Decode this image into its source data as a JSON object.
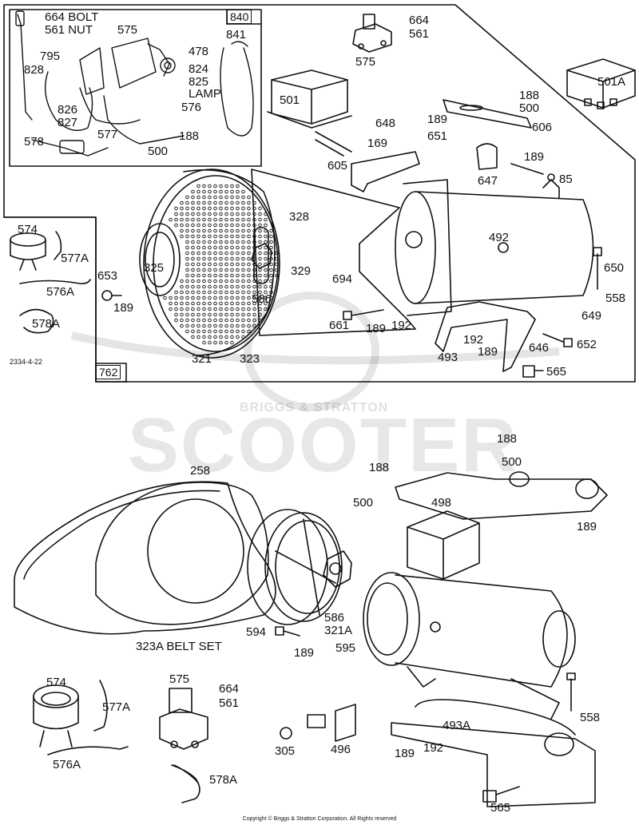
{
  "top_section": {
    "inset_box_label": "840",
    "frame_label": "762",
    "drawing_number": "2334-4-22",
    "callouts": {
      "c664bolt": "664 BOLT",
      "c561nut": "561 NUT",
      "c575a": "575",
      "c841": "841",
      "c795": "795",
      "c478": "478",
      "c828": "828",
      "c824": "824",
      "c825": "825",
      "clamp": "LAMP",
      "c826": "826",
      "c827": "827",
      "c576": "576",
      "c577": "577",
      "c578": "578",
      "c188a": "188",
      "c500a": "500",
      "c664a": "664",
      "c561a": "561",
      "c575b": "575",
      "c501": "501",
      "c501a": "501A",
      "c188b": "188",
      "c500b": "500",
      "c189a": "189",
      "c606": "606",
      "c648": "648",
      "c651": "651",
      "c169": "169",
      "c605": "605",
      "c647": "647",
      "c189b": "189",
      "c85": "85",
      "c574": "574",
      "c577a": "577A",
      "c576a": "576A",
      "c578a": "578A",
      "c653": "653",
      "c189c": "189",
      "c325": "325",
      "c328": "328",
      "c329": "329",
      "c694": "694",
      "c586": "586",
      "c492": "492",
      "c650": "650",
      "c558": "558",
      "c661": "661",
      "c189d": "189",
      "c192a": "192",
      "c649": "649",
      "c192b": "192",
      "c493": "493",
      "c189e": "189",
      "c646": "646",
      "c652": "652",
      "c565": "565",
      "c321": "321",
      "c323": "323"
    }
  },
  "bottom_section": {
    "callouts": {
      "c258": "258",
      "c188a": "188",
      "c188b": "188",
      "c500a": "500",
      "c500b": "500",
      "c498": "498",
      "c189a": "189",
      "c586": "586",
      "c321a": "321A",
      "c594": "594",
      "c189b": "189",
      "c323a": "323A BELT SET",
      "c595": "595",
      "c574": "574",
      "c577a": "577A",
      "c576a": "576A",
      "c575": "575",
      "c664": "664",
      "c561": "561",
      "c578a": "578A",
      "c305": "305",
      "c496": "496",
      "c189c": "189",
      "c192": "192",
      "c493a": "493A",
      "c558": "558",
      "c565": "565"
    }
  },
  "watermark": {
    "main": "SCOOTER",
    "sub": "BRIGGS & STRATTON"
  },
  "copyright": "Copyright © Briggs & Stratton Corporation. All Rights reserved"
}
